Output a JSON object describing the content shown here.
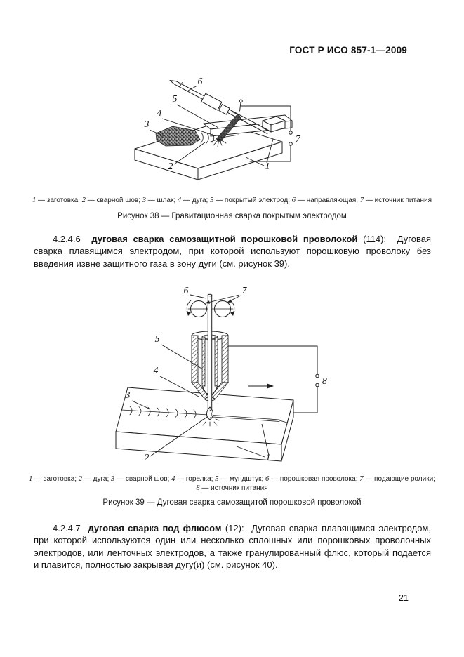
{
  "header": {
    "doc_code": "ГОСТ Р ИСО 857-1—2009"
  },
  "figure38": {
    "labels": {
      "n1": "1",
      "n2": "2",
      "n3": "3",
      "n4": "4",
      "n5": "5",
      "n6": "6",
      "n7": "7"
    },
    "legend": [
      {
        "n": "1",
        "t": " — заготовка; "
      },
      {
        "n": "2",
        "t": " — сварной шов; "
      },
      {
        "n": "3",
        "t": " — шлак; "
      },
      {
        "n": "4",
        "t": " — дуга; "
      },
      {
        "n": "5",
        "t": " — покрытый электрод; "
      },
      {
        "n": "6",
        "t": " — направляющая; "
      },
      {
        "n": "7",
        "t": " — источник питания"
      }
    ],
    "caption": "Рисунок 38 — Гравитационная сварка покрытым электродом"
  },
  "section_4_2_4_6": {
    "number": "4.2.4.6",
    "term": "дуговая сварка самозащитной порошковой проволокой",
    "code": "(114):",
    "definition": "Дуговая сварка плавящимся электродом, при которой используют порошковую проволоку без введения извне защитного газа в зону дуги (см. рисунок 39)."
  },
  "figure39": {
    "labels": {
      "n1": "1",
      "n2": "2",
      "n3": "3",
      "n4": "4",
      "n5": "5",
      "n6": "6",
      "n7": "7",
      "n8": "8"
    },
    "legend_line1": [
      {
        "n": "1",
        "t": " — заготовка; "
      },
      {
        "n": "2",
        "t": " — дуга; "
      },
      {
        "n": "3",
        "t": " — сварной шов; "
      },
      {
        "n": "4",
        "t": " — горелка; "
      },
      {
        "n": "5",
        "t": " — мундштук; "
      },
      {
        "n": "6",
        "t": " — порошковая проволока; "
      },
      {
        "n": "7",
        "t": " — подающие ролики;"
      }
    ],
    "legend_line2": [
      {
        "n": "8",
        "t": " — источник питания"
      }
    ],
    "caption": "Рисунок 39 — Дуговая сварка самозащитой порошковой проволокой"
  },
  "section_4_2_4_7": {
    "number": "4.2.4.7",
    "term": "дуговая сварка под флюсом",
    "code": "(12):",
    "definition": "Дуговая сварка плавящимся электродом, при которой используются один или несколько сплошных или порошковых проволочных электродов, или ленточных электродов, а также гранулированный флюс, который подается и плавится, полностью закрывая дугу(и) (см. рисунок 40)."
  },
  "footer": {
    "page_number": "21"
  }
}
